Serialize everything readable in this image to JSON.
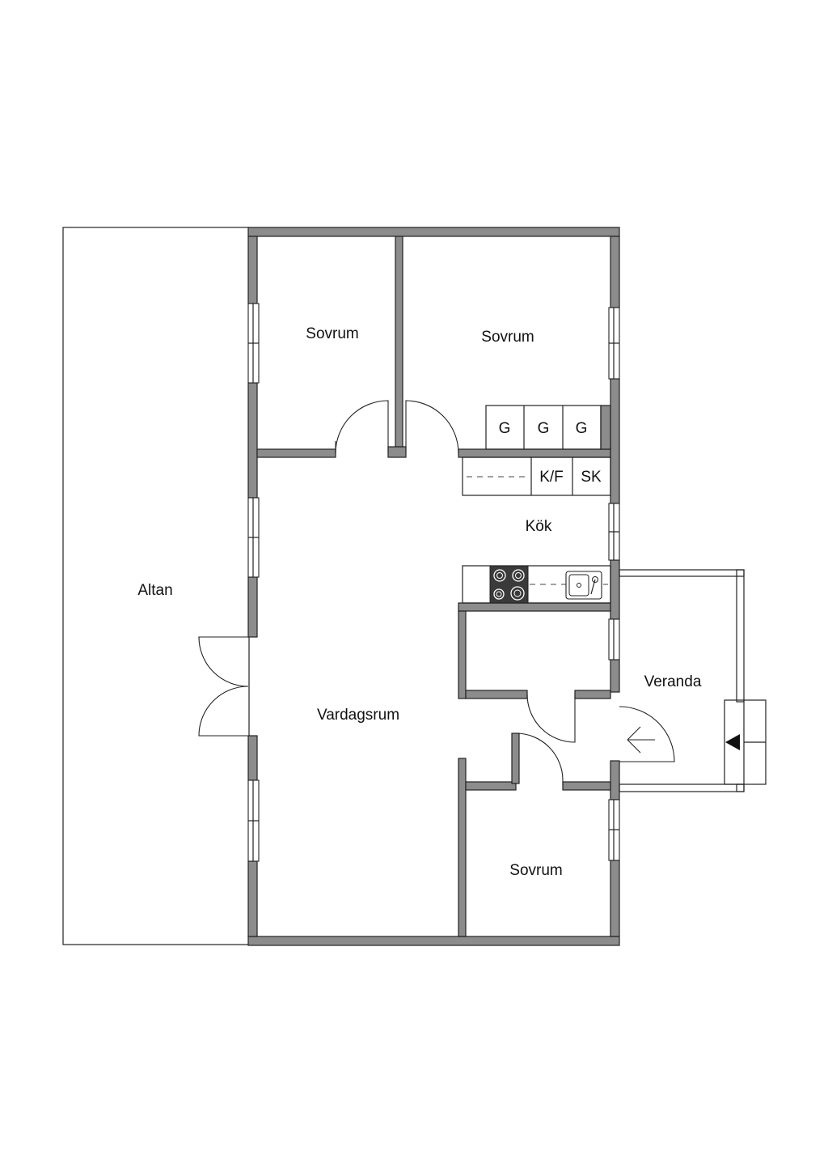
{
  "colors": {
    "wall_fill": "#8c8c8c",
    "line": "#222222",
    "background": "#ffffff",
    "stove": "#3a3a3a"
  },
  "rooms": {
    "altan": "Altan",
    "sovrum_top_left": "Sovrum",
    "sovrum_top_right": "Sovrum",
    "kok": "Kök",
    "vardagsrum": "Vardagsrum",
    "veranda": "Veranda",
    "sovrum_bottom": "Sovrum"
  },
  "fixtures": {
    "wardrobe_1": "G",
    "wardrobe_2": "G",
    "wardrobe_3": "G",
    "fridge_freezer": "K/F",
    "cabinet": "SK"
  }
}
